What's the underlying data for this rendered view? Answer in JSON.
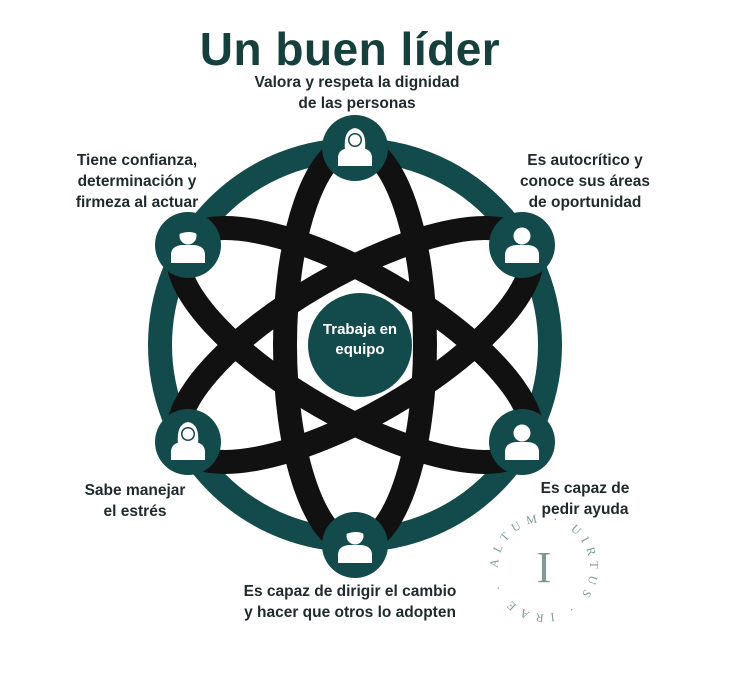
{
  "title": "Un buen líder",
  "center": {
    "line1": "Trabaja en",
    "line2": "equipo"
  },
  "items": [
    {
      "line1": "Valora y respeta la dignidad",
      "line2": "de las personas",
      "line3": "",
      "icon": "woman-icon"
    },
    {
      "line1": "Es autocrítico y",
      "line2": "conoce sus áreas",
      "line3": "de oportunidad",
      "icon": "person-icon"
    },
    {
      "line1": "Es capaz de",
      "line2": "pedir ayuda",
      "line3": "",
      "icon": "person-icon"
    },
    {
      "line1": "Es capaz de dirigir el cambio",
      "line2": "y hacer que otros lo adopten",
      "line3": "",
      "icon": "man-icon"
    },
    {
      "line1": "Sabe manejar",
      "line2": "el estrés",
      "line3": "",
      "icon": "woman-icon"
    },
    {
      "line1": "Tiene confianza,",
      "line2": "determinación y",
      "line3": "firmeza al actuar",
      "icon": "man-icon"
    }
  ],
  "logo": {
    "letter": "I",
    "ring_text": "ALTUM · UIRTUS · IRAE ·"
  },
  "colors": {
    "ring": "#134a4b",
    "orbit": "#111111",
    "title": "#16403d",
    "node": "#134a4b",
    "logo": "#7d9a9a"
  }
}
